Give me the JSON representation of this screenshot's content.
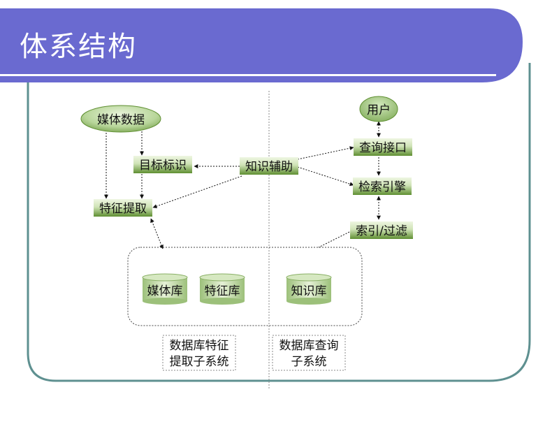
{
  "slide": {
    "title": "体系结构",
    "colors": {
      "banner": "#6a6ad0",
      "frame": "#5e9090",
      "node_light": "#dfeecd",
      "node_dark": "#5f8f32",
      "user_node": "#a9cd86"
    }
  },
  "diagram": {
    "nodes": {
      "media_data": "媒体数据",
      "user": "用户",
      "target_identify": "目标标识",
      "knowledge_aid": "知识辅助",
      "query_interface": "查询接口",
      "feature_extract": "特征提取",
      "search_engine": "检索引擎",
      "index_filter": "索引/过滤",
      "media_db": "媒体库",
      "feature_db": "特征库",
      "knowledge_db": "知识库"
    },
    "subsystems": {
      "left": [
        "数据库特征",
        "提取子系统"
      ],
      "right": [
        "数据库查询",
        "子系统"
      ]
    }
  }
}
